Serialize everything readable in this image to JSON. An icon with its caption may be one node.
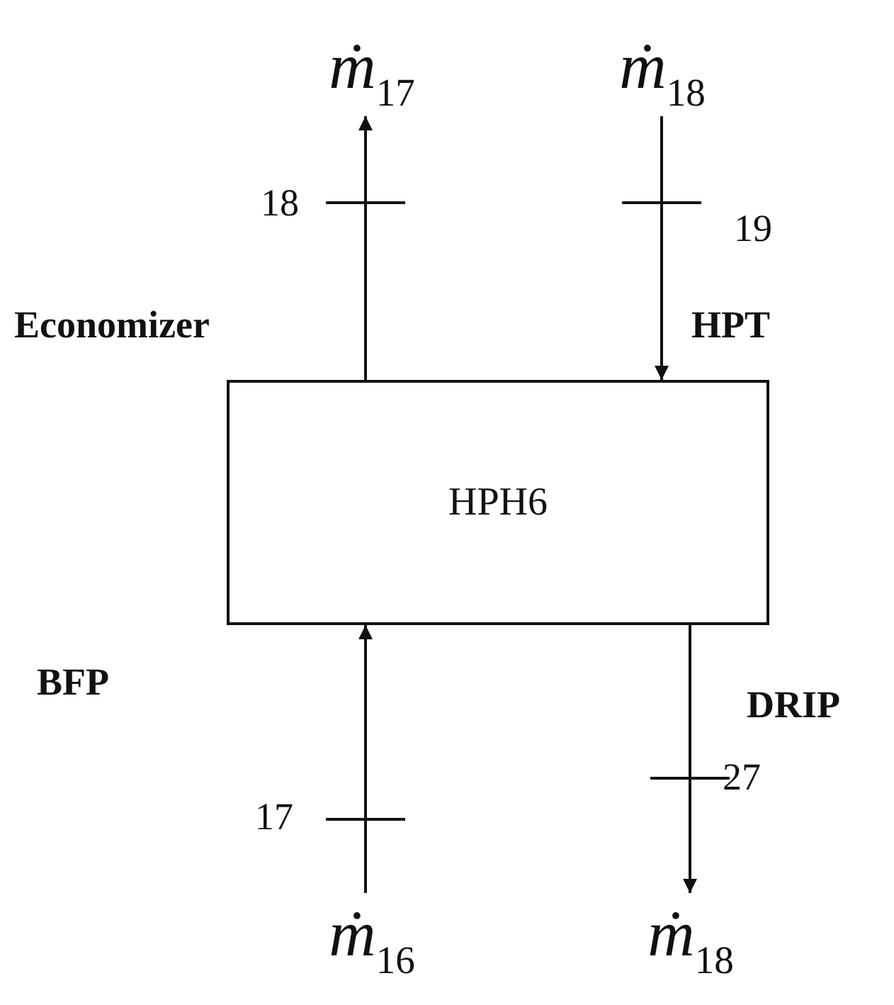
{
  "diagram": {
    "nodes": [
      {
        "text": [
          "HPH6"
        ]
      },
      {
        "text": [
          "ṁ$_{17}$"
        ]
      },
      {
        "text": [
          "ṁ$_{18}$"
        ]
      },
      {
        "text": [
          "ṁ$_{16}$"
        ]
      },
      {
        "text": [
          "ṁ$_{18}$"
        ]
      }
    ],
    "edges": [
      {
        "from": 0,
        "to": 1,
        "arrow": "to",
        "label": "18"
      },
      {
        "from": 2,
        "to": 0,
        "arrow": "to",
        "label": "19"
      },
      {
        "from": 3,
        "to": 0,
        "arrow": "to",
        "label": "17"
      },
      {
        "from": 0,
        "to": 4,
        "arrow": "to",
        "label": "27"
      }
    ],
    "labels": [
      "Economizer",
      "HPT",
      "BFP",
      "DRIP"
    ]
  }
}
